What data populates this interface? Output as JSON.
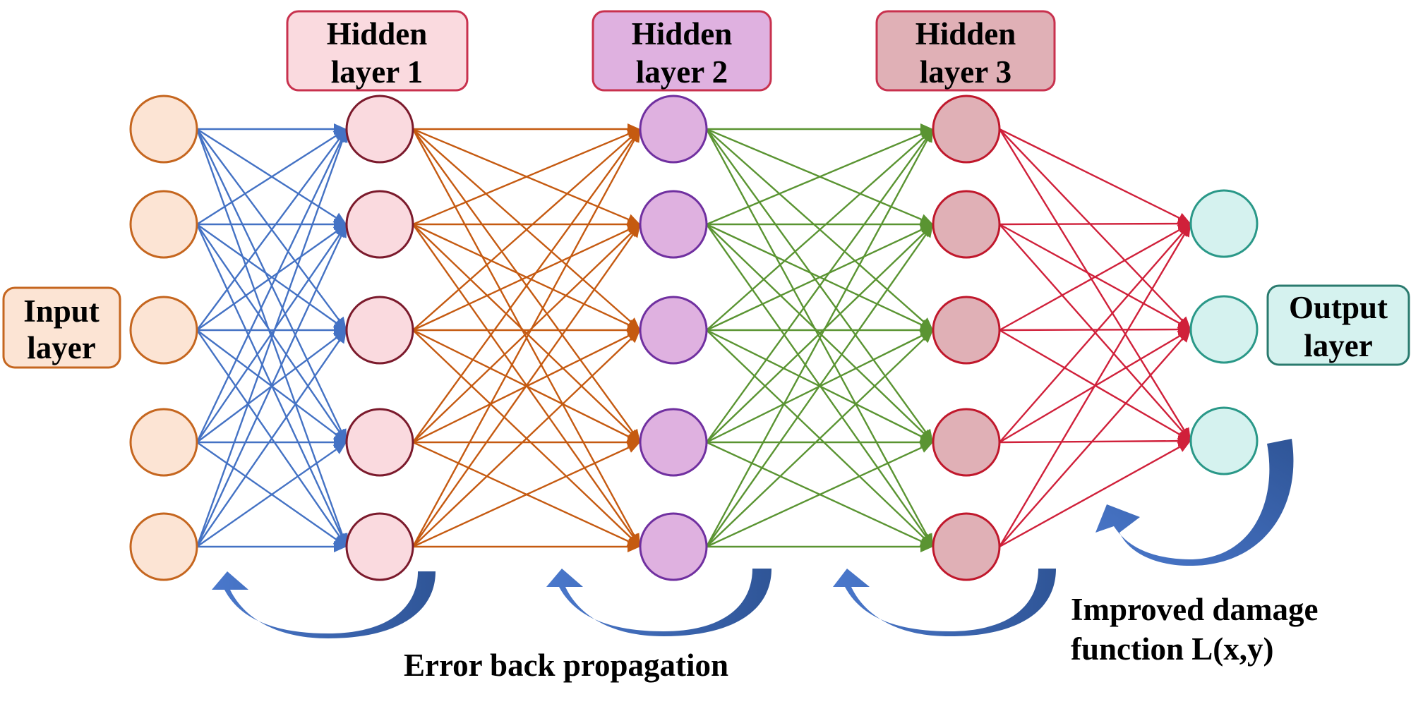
{
  "diagram": {
    "title": "Neural network with error back propagation",
    "layers": [
      {
        "id": "input",
        "label_lines": [
          "Input",
          "layer"
        ],
        "node_count": 5,
        "fill": "#fce4d4",
        "stroke": "#c5661f",
        "box_fill": "#fce4d4",
        "box_stroke": "#c5661f"
      },
      {
        "id": "hidden1",
        "label_lines": [
          "Hidden",
          "layer 1"
        ],
        "node_count": 5,
        "fill": "#fadadf",
        "stroke": "#7b1a2c",
        "box_fill": "#fadadf",
        "box_stroke": "#c8314e"
      },
      {
        "id": "hidden2",
        "label_lines": [
          "Hidden",
          "layer 2"
        ],
        "node_count": 5,
        "fill": "#dfb1e0",
        "stroke": "#7030a0",
        "box_fill": "#dfb1e0",
        "box_stroke": "#c8314e"
      },
      {
        "id": "hidden3",
        "label_lines": [
          "Hidden",
          "layer 3"
        ],
        "node_count": 5,
        "fill": "#e0b0b6",
        "stroke": "#c0182c",
        "box_fill": "#e0b0b6",
        "box_stroke": "#c8314e"
      },
      {
        "id": "output",
        "label_lines": [
          "Output",
          "layer"
        ],
        "node_count": 3,
        "fill": "#d5f2ef",
        "stroke": "#2a9888",
        "box_fill": "#d5f2ef",
        "box_stroke": "#2a7a6e"
      }
    ],
    "connections": [
      {
        "from": "input",
        "to": "hidden1",
        "color": "#4472c4",
        "fully_connected": true
      },
      {
        "from": "hidden1",
        "to": "hidden2",
        "color": "#c55a11",
        "fully_connected": true
      },
      {
        "from": "hidden2",
        "to": "hidden3",
        "color": "#5a9432",
        "fully_connected": true
      },
      {
        "from": "hidden3",
        "to": "output",
        "color": "#d0203a",
        "fully_connected": true
      }
    ],
    "feedback_arrows": {
      "color_light": "#4a78cc",
      "color_dark": "#2f5597",
      "count": 4,
      "meaning": "error back propagation"
    },
    "captions": {
      "back_propagation": "Error back propagation",
      "loss_function_lines": [
        "Improved damage",
        "function L(x,y)"
      ]
    }
  }
}
